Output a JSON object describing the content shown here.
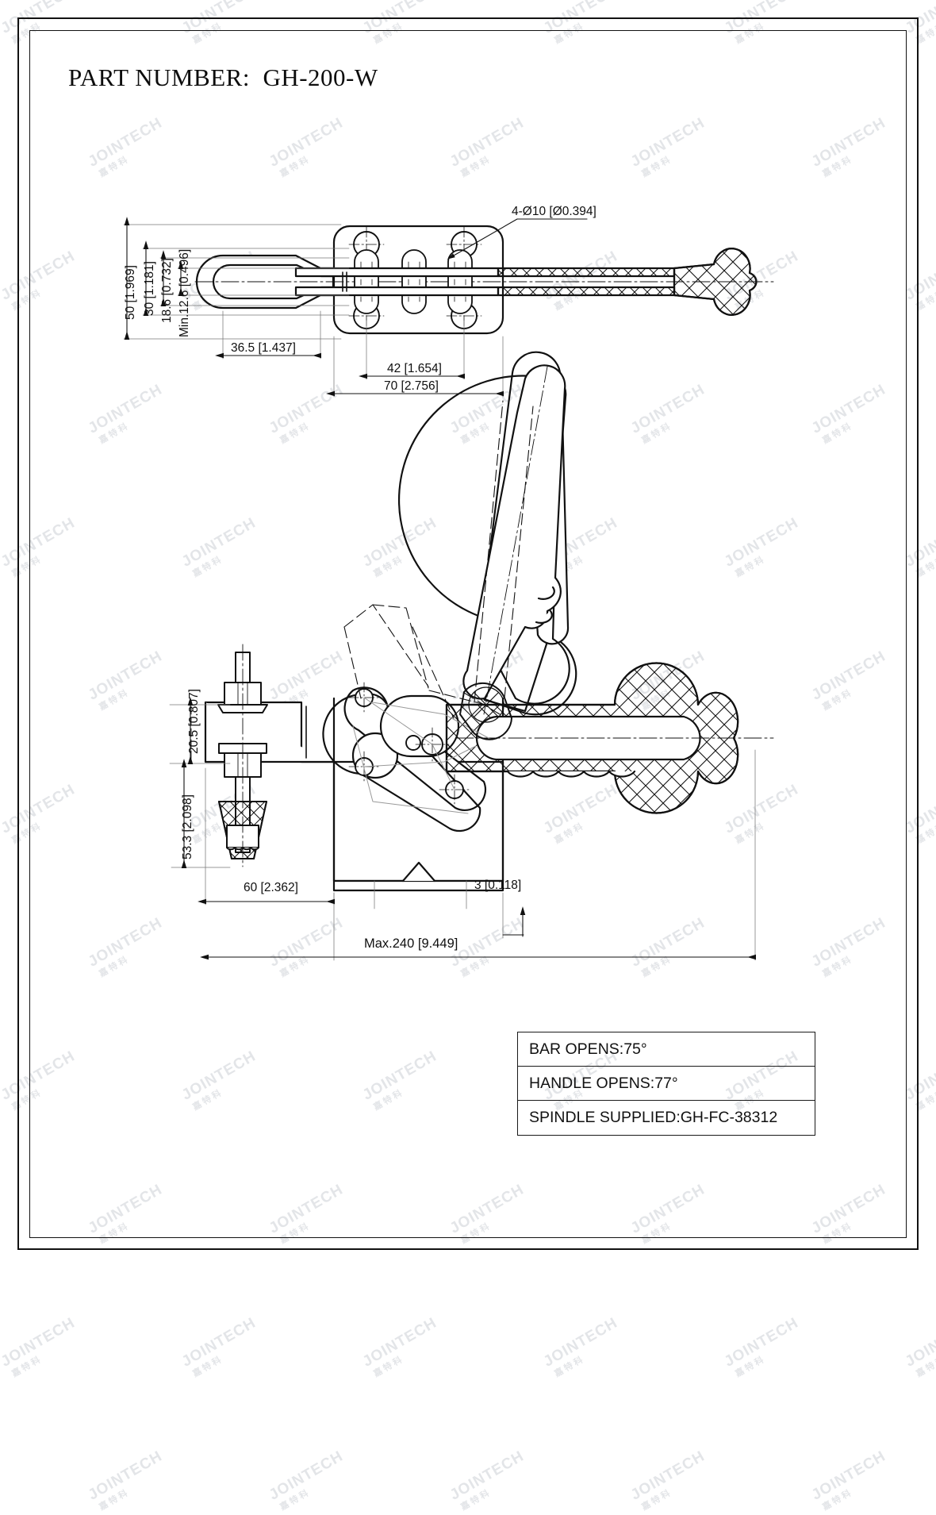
{
  "sheet": {
    "title_label": "PART NUMBER:  GH-200-W",
    "part_number": "GH-200-W"
  },
  "watermark": {
    "text_en": "JOINTECH",
    "text_cn": "嘉特科"
  },
  "top_view": {
    "callout_holes": "4-Ø10 [Ø0.394]",
    "dim_overall_width": "50 [1.969]",
    "dim_inner_width": "30 [1.181]",
    "dim_bar_width": "18.6 [0.732]",
    "dim_min_slot": "Min.12.6 [0.496]",
    "dim_slot_length": "36.5 [1.437]",
    "dim_hole_spacing": "42 [1.654]",
    "dim_base_length": "70 [2.756]"
  },
  "side_view": {
    "dim_spindle_clearance": "20.5 [0.807]",
    "dim_base_height": "53.3 [2.098]",
    "dim_base_length": "60 [2.362]",
    "dim_plate_thickness": "3 [0.118]",
    "dim_max_length": "Max.240 [9.449]"
  },
  "notes_table": {
    "rows": [
      {
        "label": "BAR OPENS:75°"
      },
      {
        "label": "HANDLE OPENS:77°"
      },
      {
        "label": "SPINDLE SUPPLIED:GH-FC-38312"
      }
    ]
  },
  "colors": {
    "line": "#111111",
    "background": "#ffffff",
    "watermark": "#e3e5e8"
  }
}
